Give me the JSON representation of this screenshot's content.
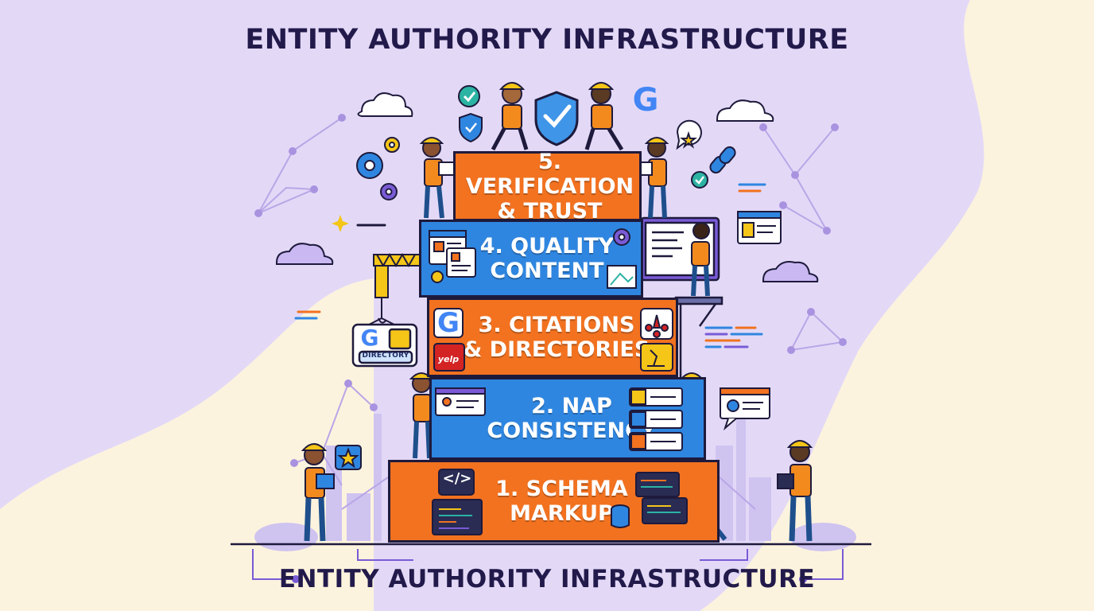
{
  "title_top": "ENTITY AUTHORITY INFRASTRUCTURE",
  "title_bottom": "ENTITY AUTHORITY INFRASTRUCTURE",
  "tiers": [
    {
      "label": "1. SCHEMA\nMARKUP",
      "color": "#F27220"
    },
    {
      "label": "2. NAP\nCONSISTENCY",
      "color": "#2F86E0"
    },
    {
      "label": "3. CITATIONS\n& DIRECTORIES",
      "color": "#F27220"
    },
    {
      "label": "4. QUALITY\nCONTENT",
      "color": "#2F86E0"
    },
    {
      "label": "5. VERIFICATION\n& TRUST",
      "color": "#F27220"
    }
  ],
  "directory_sign": "DIRECTORY",
  "yelp_mini": "yelp",
  "google_glyph": "G",
  "code_glyph": "</>",
  "colors": {
    "background": "#E3D9F7",
    "cream": "#FCF3DE",
    "orange": "#F27220",
    "blue": "#2F86E0",
    "outline": "#1E1A3C",
    "helmet": "#F5C518",
    "vest": "#F28A1E"
  },
  "icons": [
    "shield-check-icon",
    "google-icon",
    "gear-icon",
    "chain-link-icon",
    "star-bubble-icon",
    "cloud-icon",
    "crane-icon",
    "code-icon",
    "database-icon",
    "location-pin-icon",
    "phone-icon",
    "person-icon",
    "yelp-icon",
    "yellow-pages-icon",
    "checkmark-icon"
  ]
}
